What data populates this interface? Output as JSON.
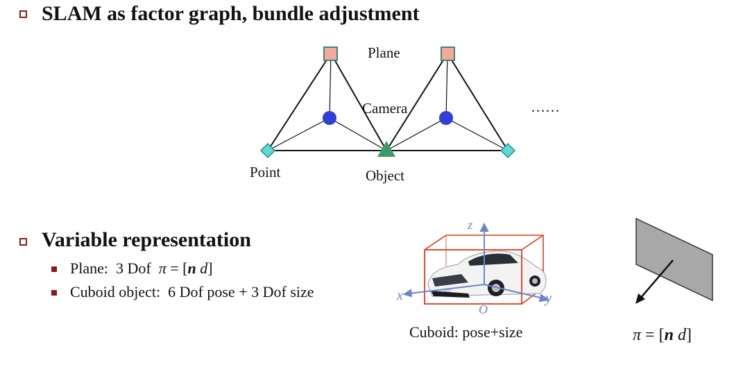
{
  "section1": {
    "heading": "SLAM as factor graph, bundle adjustment",
    "labels": {
      "plane": "Plane",
      "camera": "Camera",
      "point": "Point",
      "object": "Object",
      "ellipsis": "……"
    }
  },
  "section2": {
    "heading": "Variable representation",
    "bullets": [
      {
        "label": "Plane:",
        "detail": "3 Dof",
        "formula_eq": "=",
        "formula_open": "[",
        "formula_n": "n",
        "formula_d": "d",
        "formula_close": "]",
        "formula_pi": "π"
      },
      {
        "label": "Cuboid object:",
        "detail": "6 Dof pose + 3 Dof size"
      }
    ],
    "cuboid_caption": "Cuboid: pose+size",
    "axes": {
      "x": "x",
      "y": "y",
      "z": "z",
      "origin": "O"
    },
    "plane_formula": {
      "pi": "π",
      "eq": "=",
      "open": "[",
      "n": "n",
      "d": "d",
      "close": "]"
    }
  },
  "colors": {
    "bullet": "#8b1a1a",
    "plane_node": "#f4a8a0",
    "plane_node_border": "#3a8a6a",
    "camera_node": "#2f3fd8",
    "point_node": "#5fd8d8",
    "object_node": "#3a9a6a",
    "cuboid_edge": "#e03a1a",
    "axis": "#6b86c8",
    "plane_fill": "#a8a8a8"
  }
}
